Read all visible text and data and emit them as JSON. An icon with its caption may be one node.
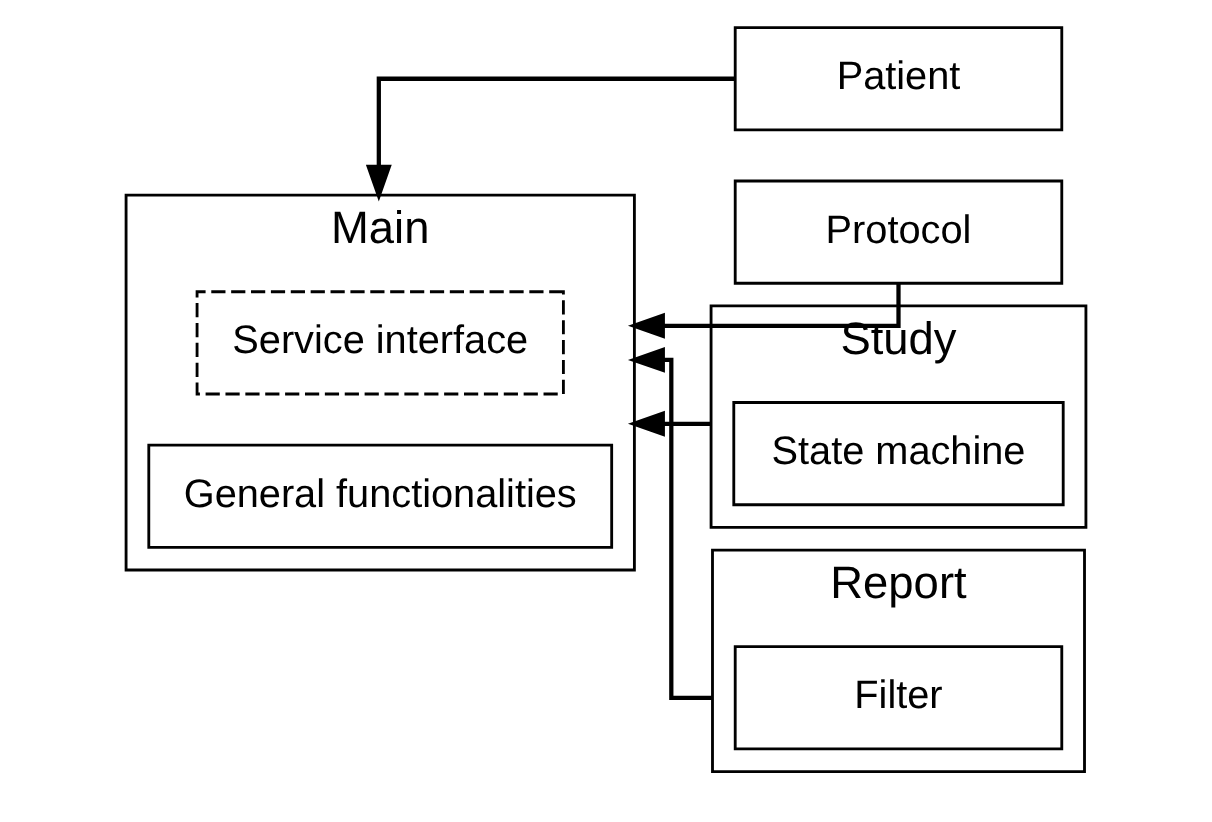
{
  "diagram": {
    "nodes": [
      {
        "text": [
          "Main"
        ]
      },
      {
        "text": [
          "Service interface"
        ],
        "in": 0
      },
      {
        "text": [
          "General functionalities"
        ],
        "in": 0
      },
      {
        "text": [
          "Patient"
        ]
      },
      {
        "text": [
          "Protocol"
        ]
      },
      {
        "text": [
          "Study"
        ]
      },
      {
        "text": [
          "State machine"
        ],
        "in": 5
      },
      {
        "text": [
          "Report"
        ]
      },
      {
        "text": [
          "Filter"
        ],
        "in": 7
      }
    ],
    "edges": [
      {
        "from": 3,
        "to": 0,
        "arrow": "to"
      },
      {
        "from": 4,
        "to": 0,
        "arrow": "to"
      },
      {
        "from": 5,
        "to": 0,
        "arrow": "to"
      },
      {
        "from": 7,
        "to": 0,
        "arrow": "to"
      }
    ]
  }
}
